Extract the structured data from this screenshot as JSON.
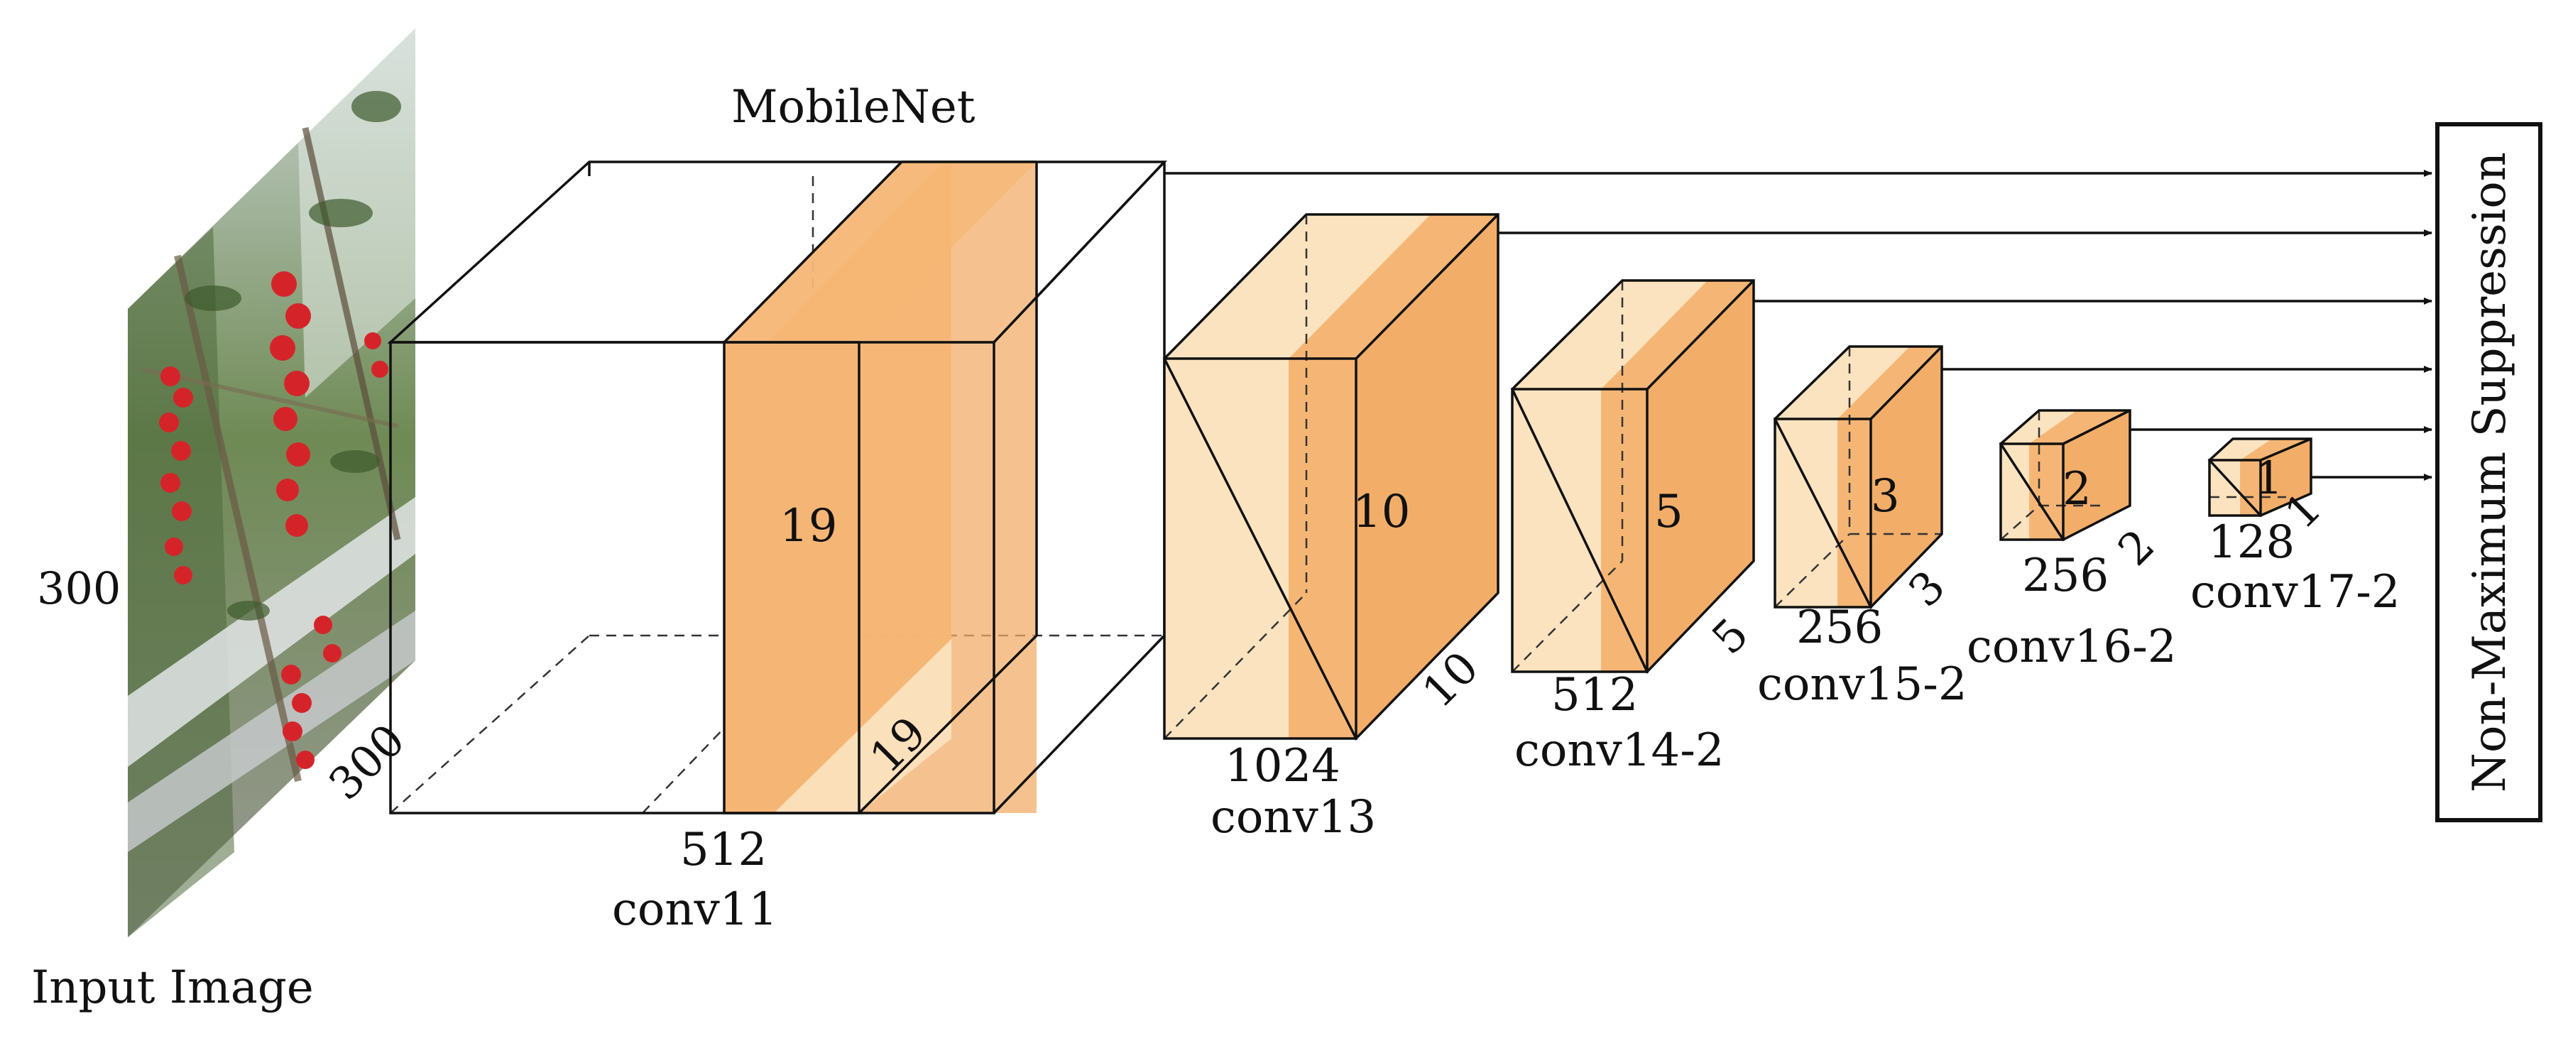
{
  "input": {
    "label": "Input Image",
    "height": "300",
    "width": "300"
  },
  "backbone": {
    "label": "MobileNet"
  },
  "conv11": {
    "name": "conv11",
    "channels": "512",
    "size": "19",
    "depth_label": "19"
  },
  "conv13": {
    "name": "conv13",
    "channels": "1024",
    "size": "10",
    "depth_label": "10"
  },
  "conv14": {
    "name": "conv14-2",
    "channels": "512",
    "size": "5",
    "depth_label": "5"
  },
  "conv15": {
    "name": "conv15-2",
    "channels": "256",
    "size": "3",
    "depth_label": "3"
  },
  "conv16": {
    "name": "conv16-2",
    "channels": "256",
    "size": "2",
    "depth_label": "2"
  },
  "conv17": {
    "name": "conv17-2",
    "channels": "128",
    "size": "1",
    "depth_label": "1"
  },
  "nms": {
    "label": "Non-Maximum Suppression"
  },
  "colors": {
    "light": "#fbe3c0",
    "mid": "#f5b675",
    "dark": "#f2ad69",
    "line": "#111111"
  }
}
